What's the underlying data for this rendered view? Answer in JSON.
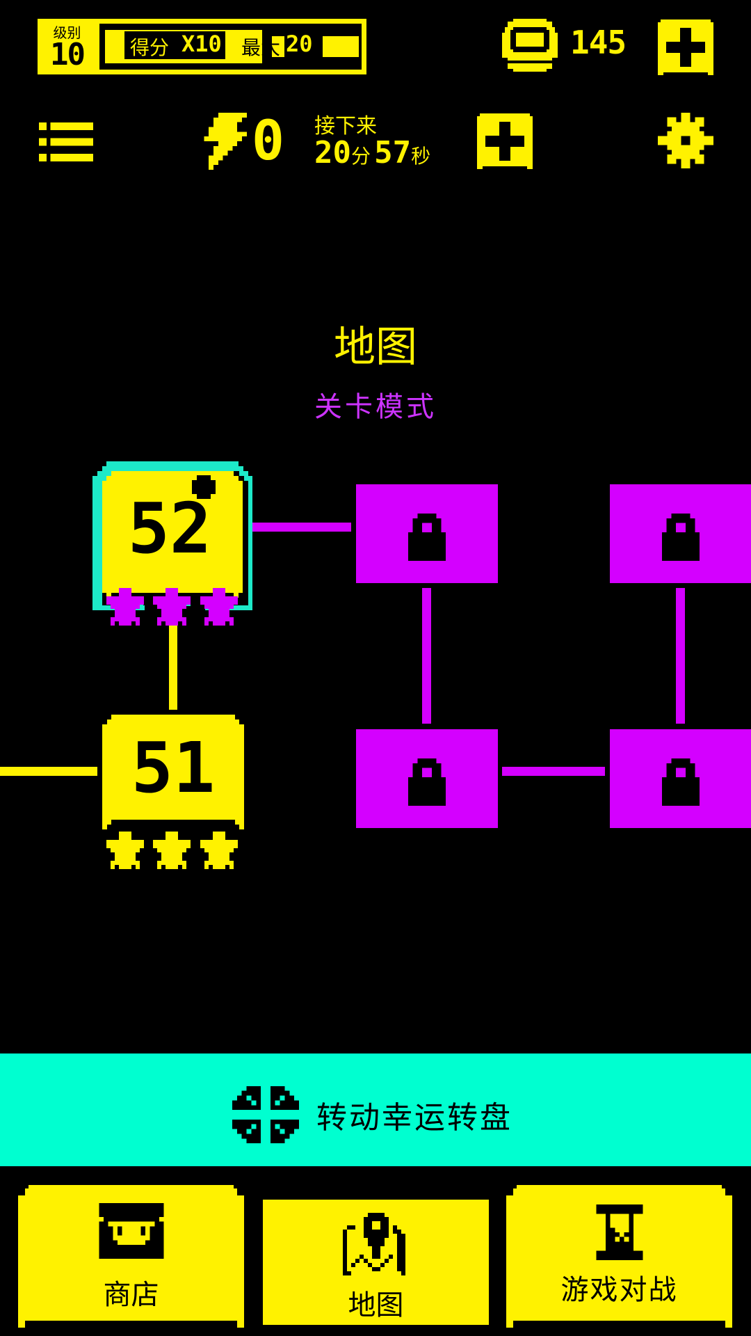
{
  "header": {
    "level_label": "级别",
    "level_value": "10",
    "score_label": "得分",
    "score_multiplier": "X10",
    "max_label": "最大",
    "max_value": "20",
    "score_progress_fraction": 0.6,
    "coins": "145",
    "coin_icon": "coin-icon",
    "add_coins_icon": "plus-icon"
  },
  "status": {
    "menu_icon": "list-icon",
    "energy_icon": "lightning-icon",
    "energy_value": "0",
    "next_label": "接下来",
    "timer_minutes": "20",
    "timer_min_unit": "分",
    "timer_seconds": "57",
    "timer_sec_unit": "秒",
    "settings_icon": "gear-icon"
  },
  "page": {
    "title": "地图",
    "subtitle": "关卡模式"
  },
  "map": {
    "nodes": [
      {
        "id": "52",
        "label": "52",
        "state": "current",
        "stars": 3,
        "star_color": "#d400ff"
      },
      {
        "id": "51",
        "label": "51",
        "state": "completed",
        "stars": 3,
        "star_color": "#fff200"
      },
      {
        "id": "locked-1",
        "label": "",
        "state": "locked",
        "icon": "lock-icon"
      },
      {
        "id": "locked-2",
        "label": "",
        "state": "locked",
        "icon": "lock-icon"
      },
      {
        "id": "locked-3",
        "label": "",
        "state": "locked",
        "icon": "lock-icon"
      },
      {
        "id": "locked-4",
        "label": "",
        "state": "locked",
        "icon": "lock-icon"
      }
    ]
  },
  "spin": {
    "label": "转动幸运转盘",
    "icon": "wheel-icon"
  },
  "nav": [
    {
      "label": "商店",
      "icon": "shop-icon",
      "active": false
    },
    {
      "label": "地图",
      "icon": "map-pin-icon",
      "active": true
    },
    {
      "label": "游戏对战",
      "icon": "tower-icon",
      "active": false
    }
  ],
  "colors": {
    "primary": "#fff200",
    "locked": "#d400ff",
    "accent": "#00ffd0",
    "selection": "#1de9c8",
    "background": "#000000"
  }
}
